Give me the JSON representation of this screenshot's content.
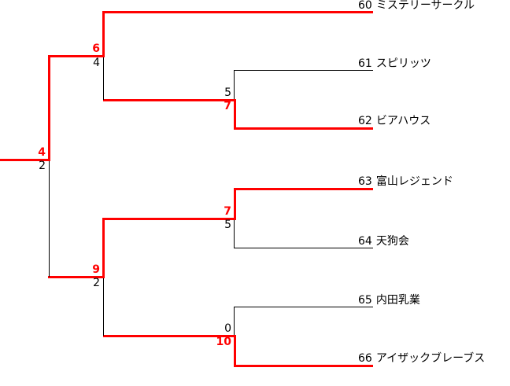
{
  "diagram": {
    "type": "tournament-bracket",
    "orientation": "right-to-left",
    "colors": {
      "winner_path": "#ff0000",
      "default_line": "#000000",
      "background": "#ffffff",
      "text": "#000000"
    }
  },
  "teams": [
    {
      "seed": "60",
      "name": "ミステリーサークル"
    },
    {
      "seed": "61",
      "name": "スピリッツ"
    },
    {
      "seed": "62",
      "name": "ビアハウス"
    },
    {
      "seed": "63",
      "name": "富山レジェンド"
    },
    {
      "seed": "64",
      "name": "天狗会"
    },
    {
      "seed": "65",
      "name": "内田乳業"
    },
    {
      "seed": "66",
      "name": "アイザックブレーブス"
    }
  ],
  "matches": [
    {
      "round": "round1",
      "top_score": "5",
      "bottom_score": "7",
      "winner": "bottom"
    },
    {
      "round": "round1",
      "top_score": "7",
      "bottom_score": "5",
      "winner": "top"
    },
    {
      "round": "round1",
      "top_score": "0",
      "bottom_score": "10",
      "winner": "bottom"
    },
    {
      "round": "semifinal",
      "top_score": "6",
      "bottom_score": "4",
      "winner": "top"
    },
    {
      "round": "semifinal",
      "top_score": "9",
      "bottom_score": "2",
      "winner": "top"
    },
    {
      "round": "final",
      "top_score": "4",
      "bottom_score": "2",
      "winner": "top"
    }
  ]
}
